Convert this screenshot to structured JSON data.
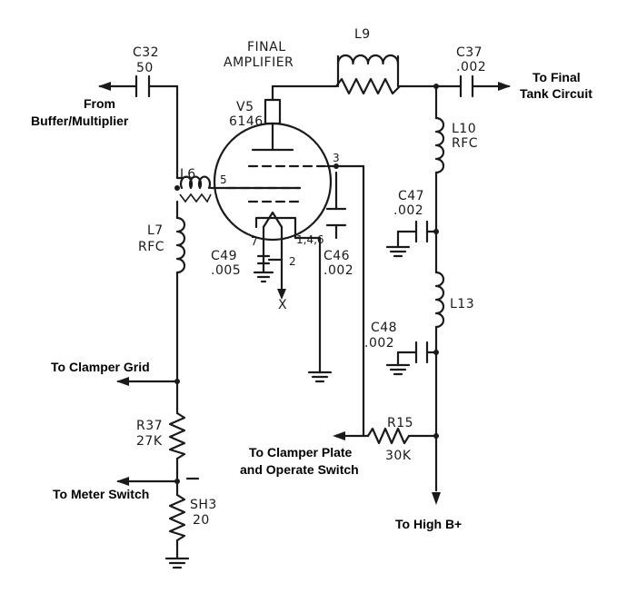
{
  "components": {
    "c32": {
      "ref": "C32",
      "value": "50"
    },
    "c37": {
      "ref": "C37",
      "value": ".002"
    },
    "c47": {
      "ref": "C47",
      "value": ".002"
    },
    "c48": {
      "ref": "C48",
      "value": ".002"
    },
    "c49": {
      "ref": "C49",
      "value": ".005"
    },
    "c46": {
      "ref": "C46",
      "value": ".002"
    },
    "l6": {
      "ref": "L6"
    },
    "l7": {
      "ref": "L7",
      "value": "RFC"
    },
    "l9": {
      "ref": "L9"
    },
    "l10": {
      "ref": "L10",
      "value": "RFC"
    },
    "l13": {
      "ref": "L13"
    },
    "v5": {
      "ref": "V5",
      "value": "6146"
    },
    "r37": {
      "ref": "R37",
      "value": "27K"
    },
    "r15": {
      "ref": "R15",
      "value": "30K"
    },
    "sh3": {
      "ref": "SH3",
      "value": "20"
    }
  },
  "stage_title": {
    "line1": "FINAL",
    "line2": "AMPLIFIER"
  },
  "pins": {
    "p3": "3",
    "p5": "5",
    "p7": "7",
    "p2": "2",
    "p146": "1,4,6",
    "x": "X"
  },
  "connections": {
    "from_buffer": {
      "line1": "From",
      "line2": "Buffer/Multiplier"
    },
    "to_final_tank": {
      "line1": "To Final",
      "line2": "Tank Circuit"
    },
    "to_clamper_grid": "To Clamper Grid",
    "to_clamper_plate": {
      "line1": "To Clamper Plate",
      "line2": "and Operate Switch"
    },
    "to_meter_switch": "To Meter Switch",
    "to_high_b": "To High B+"
  }
}
